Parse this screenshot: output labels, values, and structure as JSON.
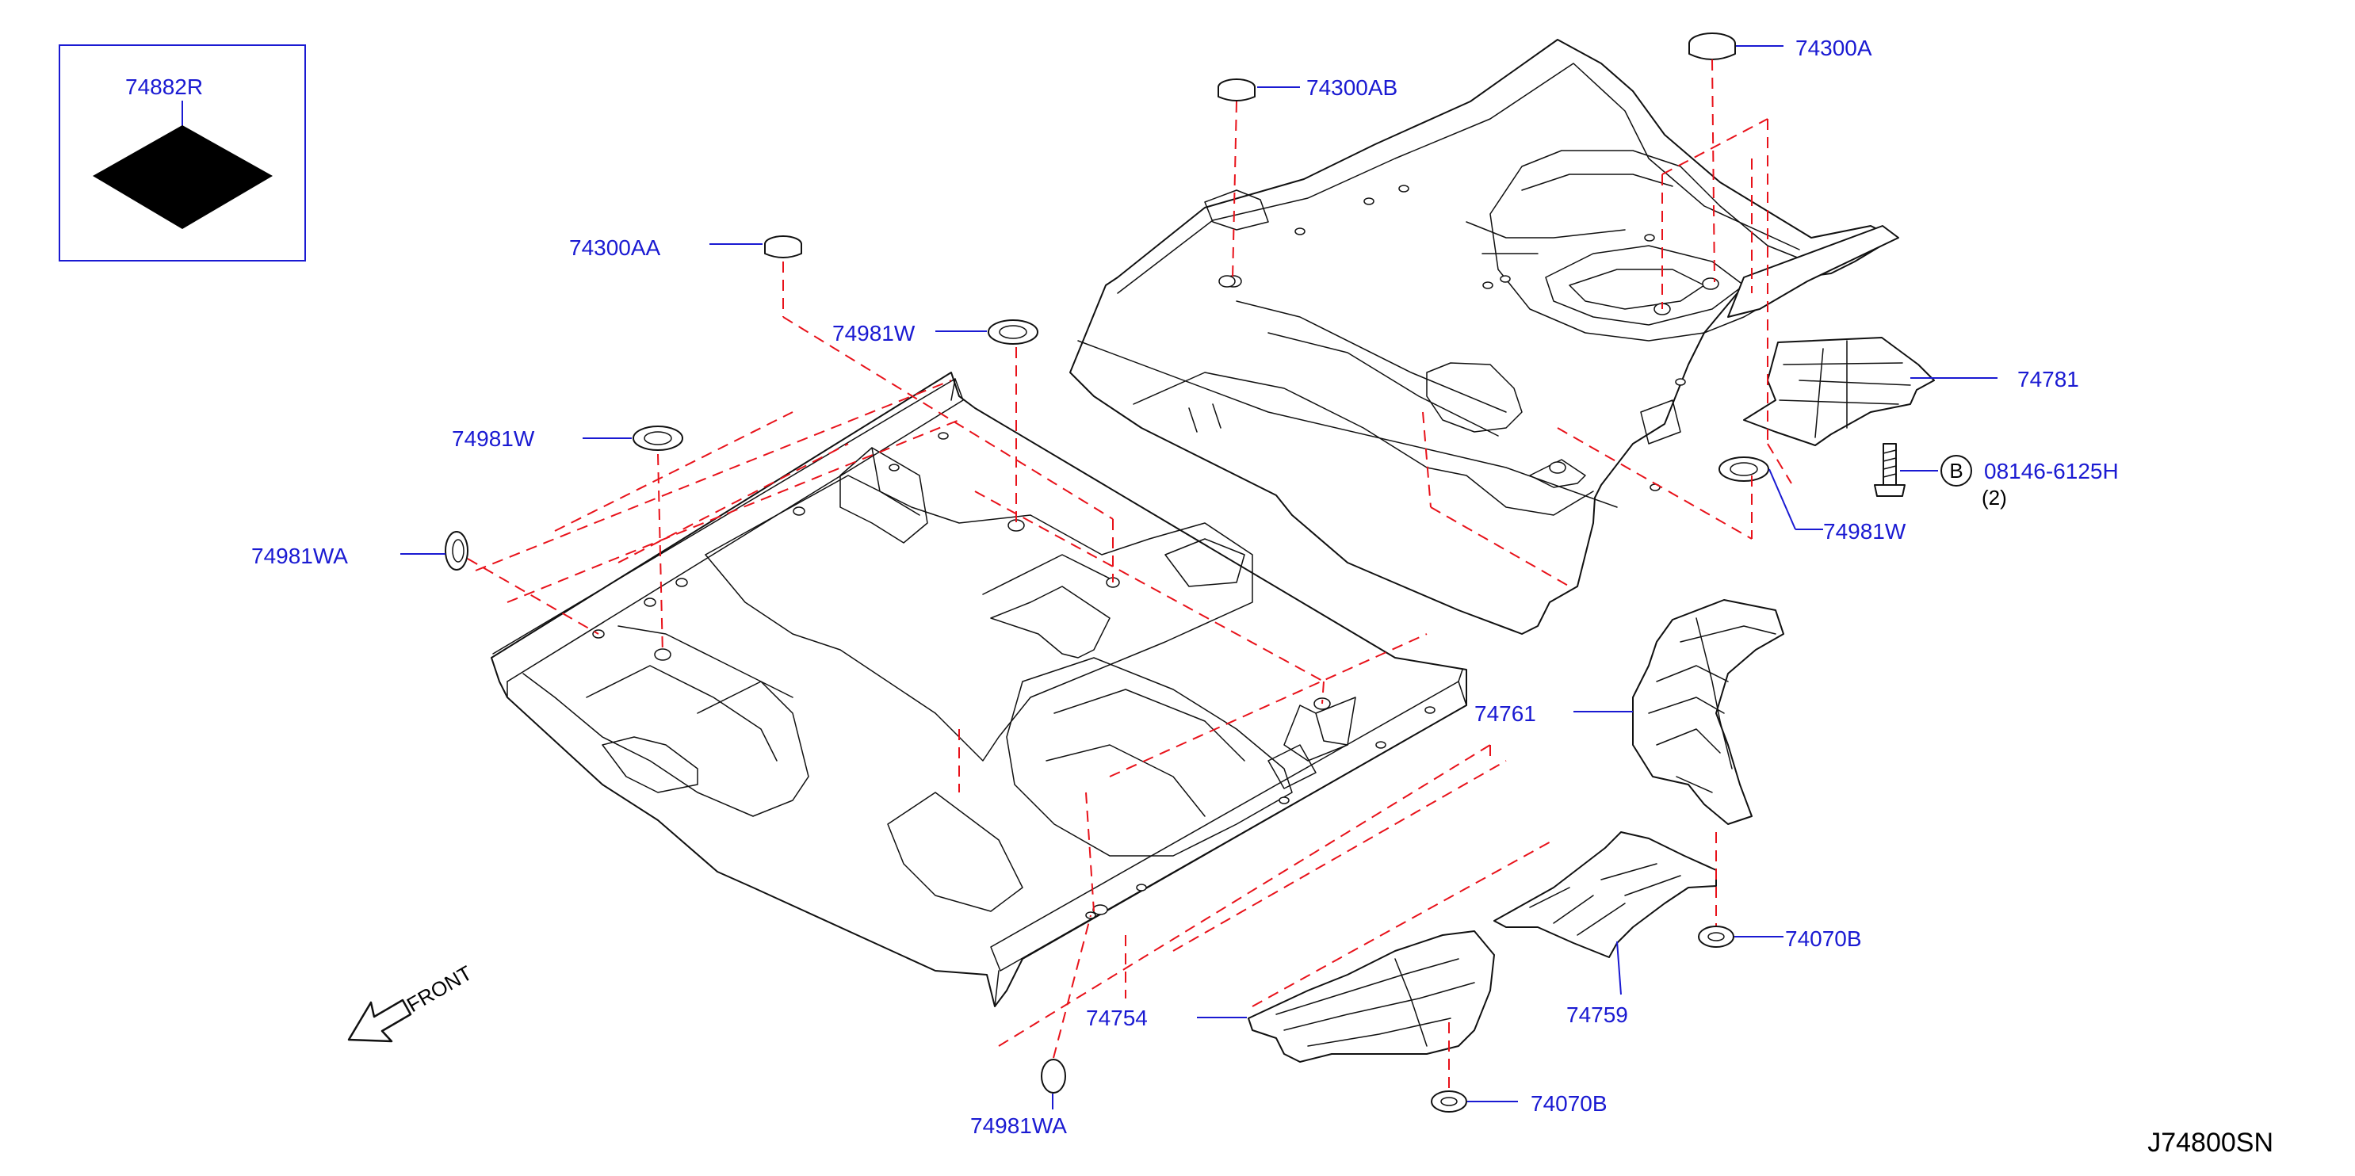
{
  "diagram": {
    "drawing_code": "J74800SN",
    "direction_label": "FRONT",
    "callouts": {
      "p74882R": "74882R",
      "p74300AA": "74300AA",
      "p74300AB": "74300AB",
      "p74300A": "74300A",
      "p74981W_top": "74981W",
      "p74981W_left": "74981W",
      "p74981W_right": "74981W",
      "p74981WA_left": "74981WA",
      "p74981WA_bottom": "74981WA",
      "p74781": "74781",
      "p74761": "74761",
      "p74759": "74759",
      "p74754": "74754",
      "p74070B_right": "74070B",
      "p74070B_bottom": "74070B",
      "bolt_part": "08146-6125H",
      "bolt_marker": "B",
      "bolt_qty": "(2)"
    },
    "colors": {
      "callout_text": "#1a1ad2",
      "leader_line": "#1a1ad2",
      "alignment_dash": "#e8121a",
      "line_art": "#111111"
    }
  }
}
